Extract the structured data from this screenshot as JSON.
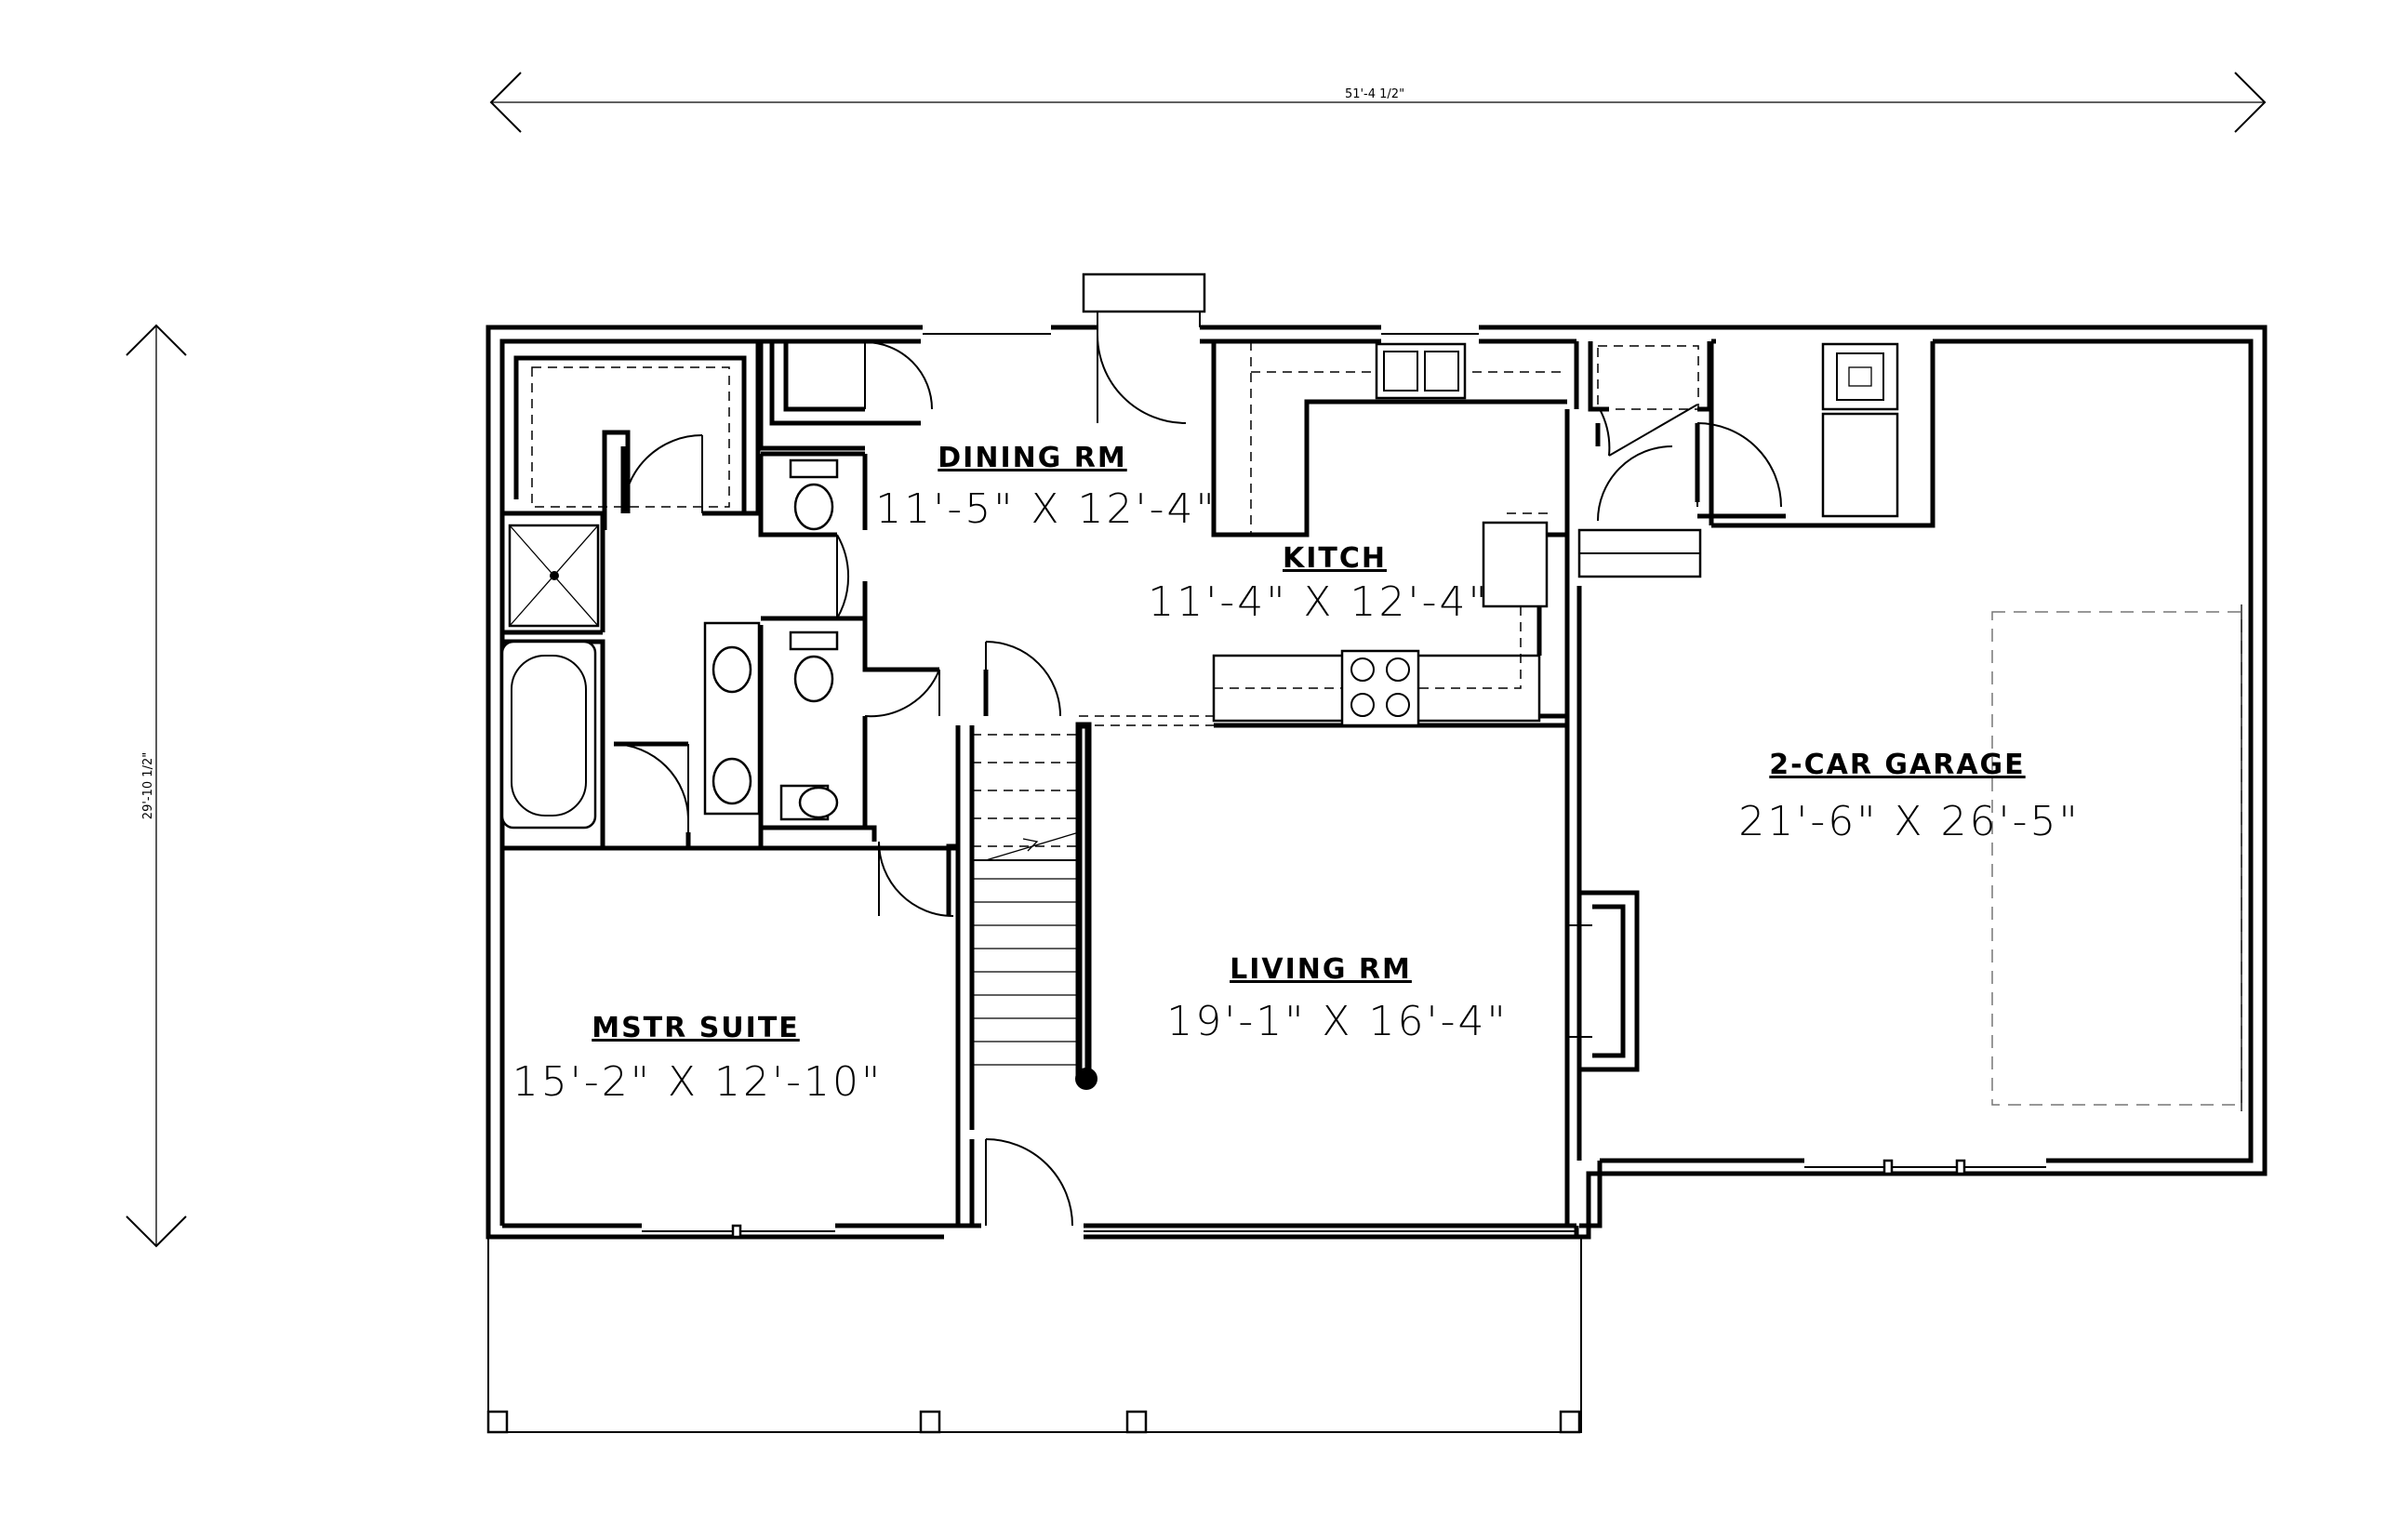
{
  "dimensions": {
    "overall_width": "51'-4 1/2\"",
    "overall_depth": "29'-10 1/2\""
  },
  "rooms": [
    {
      "id": "dining",
      "name": "DINING RM",
      "size": "11'-5\" X 12'-4\""
    },
    {
      "id": "kitchen",
      "name": "KITCH",
      "size": "11'-4\" X 12'-4\""
    },
    {
      "id": "garage",
      "name": "2-CAR GARAGE",
      "size": "21'-6\" X 26'-5\""
    },
    {
      "id": "living",
      "name": "LIVING RM",
      "size": "19'-1\" X 16'-4\""
    },
    {
      "id": "master",
      "name": "MSTR SUITE",
      "size": "15'-2\" X 12'-10\""
    }
  ]
}
